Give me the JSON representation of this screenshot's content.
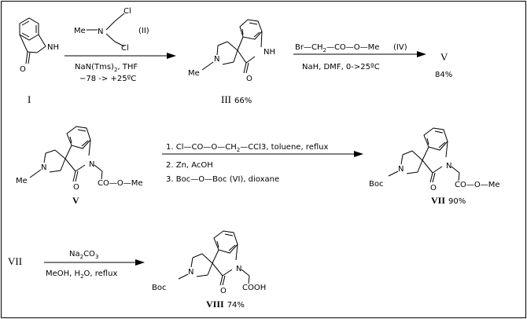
{
  "scheme": {
    "I_nh": "NH",
    "I_o": "O",
    "I_label": "I",
    "II_me": "Me",
    "II_n": "N",
    "II_cl": "Cl",
    "II_label": "(II)",
    "step1_base_a": "NaN(Tms)",
    "step1_base_sub": "2",
    "step1_base_b": ", THF",
    "step1_temp": "−78 -> +25ºC",
    "III_nh": "NH",
    "III_n": "N",
    "III_me": "Me",
    "III_o": "O",
    "III_label": "III",
    "III_yield": "66%",
    "IV_formula_a": "Br—CH",
    "IV_formula_sub": "2",
    "IV_formula_b": "—CO—O—Me",
    "IV_label": "(IV)",
    "step2_conditions": "NaH, DMF, 0->25ºC",
    "step2_yield": "84%",
    "V_label": "V",
    "V_n": "N",
    "V_me": "Me",
    "V_o": "O",
    "V_ester": "CO—O—Me",
    "step3_1a": "1. Cl—CO—O—CH",
    "step3_1sub": "2",
    "step3_1b": "—CCl3, toluene, reflux",
    "step3_2": "2. Zn, AcOH",
    "step3_3": "3. Boc—O—Boc (VI), dioxane",
    "VII_label": "VII",
    "VII_n": "N",
    "VII_boc": "Boc",
    "VII_o": "O",
    "VII_ester": "CO—O—Me",
    "VII_yield": "90%",
    "step4_reagent_a": "Na",
    "step4_reagent_sub1": "2",
    "step4_reagent_b": "CO",
    "step4_reagent_sub2": "3",
    "step4_cond_a": "MeOH, H",
    "step4_cond_sub": "2",
    "step4_cond_b": "O, reflux",
    "VIII_n": "N",
    "VIII_boc": "Boc",
    "VIII_o": "O",
    "VIII_acid": "COOH",
    "VIII_label": "VIII",
    "VIII_yield": "74%"
  }
}
